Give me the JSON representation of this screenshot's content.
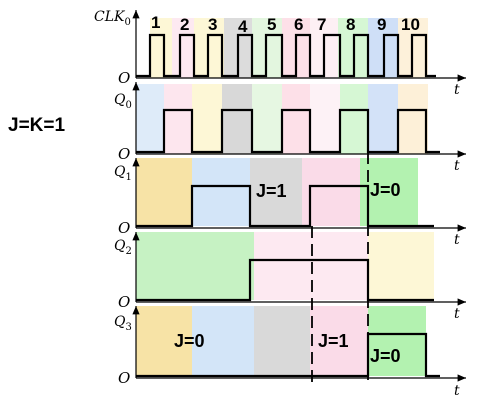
{
  "condition_label": "J=K=1",
  "pulse_numbers": [
    "1",
    "2",
    "3",
    "4",
    "5",
    "6",
    "7",
    "8",
    "9",
    "10"
  ],
  "axes": {
    "time_label": "t",
    "origin_label": "O",
    "signals": [
      {
        "name": "CLK",
        "sub": "0"
      },
      {
        "name": "Q",
        "sub": "0"
      },
      {
        "name": "Q",
        "sub": "1"
      },
      {
        "name": "Q",
        "sub": "2"
      },
      {
        "name": "Q",
        "sub": "3"
      }
    ]
  },
  "annotations": {
    "q1_j1": "J=1",
    "q1_j0": "J=0",
    "q3_j0_left": "J=0",
    "q3_j1": "J=1",
    "q3_j0_right": "J=0"
  },
  "colors": {
    "waveform": "#000000",
    "yellow": "#f7e3a6",
    "blue": "#d3e5f8",
    "gray": "#d9d9d9",
    "pink": "#fadbe8",
    "green": "#b3f2b0",
    "light_yellow": "#fdf7d6",
    "light_pink": "#fde9f1"
  }
}
